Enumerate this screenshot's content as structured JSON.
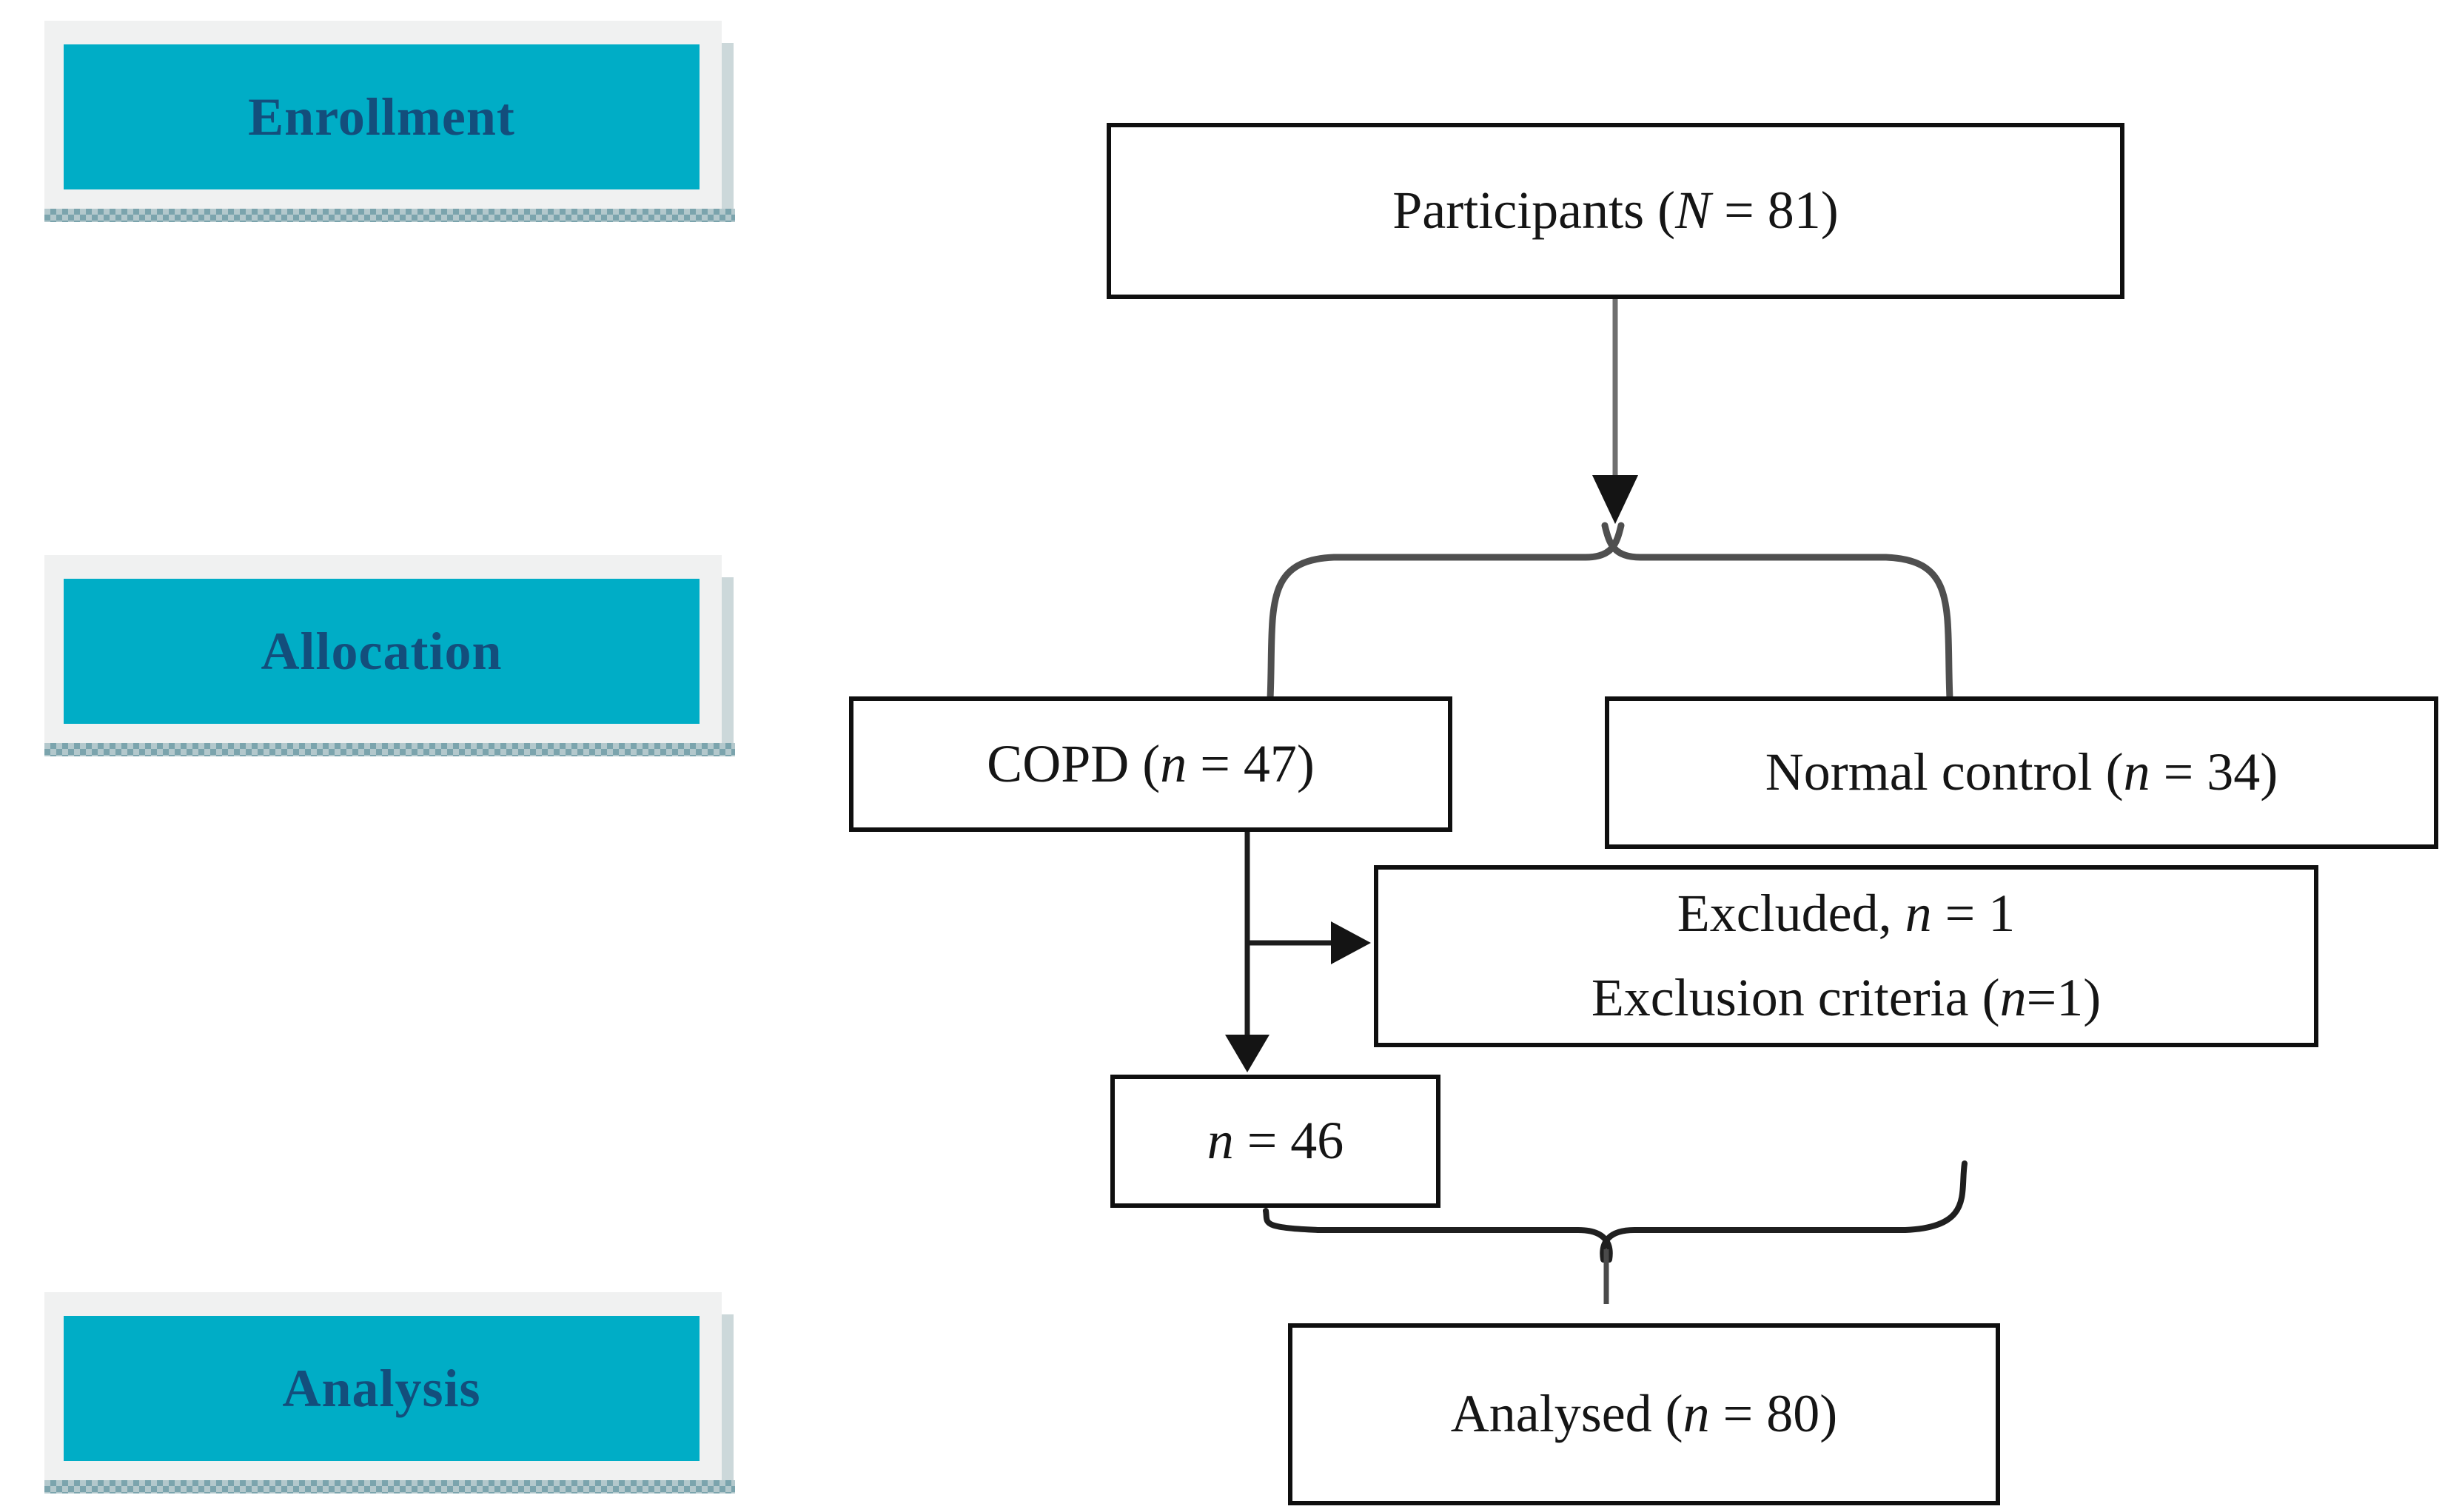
{
  "stages": [
    {
      "label": "Enrollment"
    },
    {
      "label": "Allocation"
    },
    {
      "label": "Analysis"
    }
  ],
  "flow": {
    "participants": {
      "pre": "Participants (",
      "var": "N",
      "post": " = 81)"
    },
    "copd": {
      "pre": "COPD (",
      "var": "n",
      "post": " = 47)"
    },
    "normal_control": {
      "pre": "Normal control (",
      "var": "n",
      "post": " = 34)"
    },
    "excluded": {
      "line1": {
        "pre": "Excluded, ",
        "var": "n",
        "post": " = 1"
      },
      "line2": {
        "pre": "Exclusion criteria (",
        "var": "n",
        "post": "=1)"
      }
    },
    "copd_after_exclusion": {
      "pre": "",
      "var": "n",
      "post": " = 46"
    },
    "analysed": {
      "pre": "Analysed (",
      "var": "n",
      "post": " = 80)"
    }
  },
  "colors": {
    "stage_fill": "#00adc6",
    "stage_text": "#134e7c",
    "panel_fill": "#f0f1f1",
    "panel_shadow_dark": "#7ba4ad",
    "panel_shadow_light": "#b3c8cc",
    "box_border": "#0f0f0f",
    "box_text": "#151515",
    "connector_gray": "#6f6f6f",
    "connector_dark": "#1c1c1c"
  }
}
